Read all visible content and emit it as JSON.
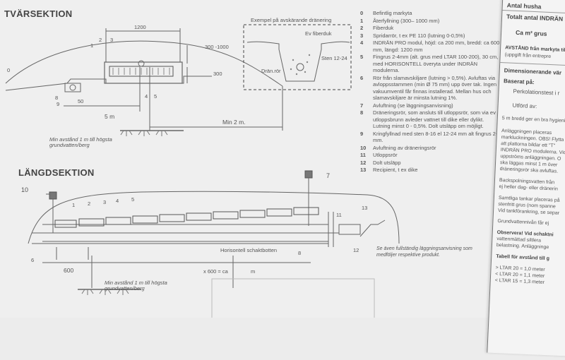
{
  "cross_section": {
    "title": "TVÄRSEKTION",
    "dims": {
      "width_top": "1200",
      "depth": "300 -1000",
      "bed": "300",
      "small": "50",
      "length": "5 m",
      "min": "Min 2 m."
    },
    "numbers": [
      "0",
      "1",
      "2",
      "3",
      "4",
      "5",
      "8",
      "9"
    ],
    "groundwater_note": [
      "Min avstånd 1 m till högsta",
      "grundvatten/berg"
    ]
  },
  "example": {
    "title": "Exempel på avskärande dränering",
    "fiberduk": "Ev fiberduk",
    "sten": "Sten 12-24",
    "dran": "Drän.rör"
  },
  "long_section": {
    "title": "LÄNGDSEKTION",
    "numbers": [
      "10",
      "1",
      "2",
      "3",
      "4",
      "5",
      "6",
      "7",
      "8",
      "11",
      "12",
      "13"
    ],
    "dim600": "600",
    "horisontell": "Horisontell schaktbotten",
    "length_formula": "x 600 = ca",
    "unit": "m",
    "groundwater_note": [
      "Min avstånd 1 m till högsta",
      "grundvatten/berg"
    ]
  },
  "legend": [
    {
      "num": "0",
      "text": "Befintlig markyta"
    },
    {
      "num": "1",
      "text": "Återfyllning (300– 1000 mm)"
    },
    {
      "num": "2",
      "text": "Fiberduk"
    },
    {
      "num": "3",
      "text": "Spridarrör, t ex PE 110 (lutning 0-0,5%)"
    },
    {
      "num": "4",
      "text": "INDRÄN PRO modul, höjd: ca 200 mm, bredd: ca 600 mm, längd: 1200 mm"
    },
    {
      "num": "5",
      "text": "Fingrus 2-4mm (alt. grus med LTAR 100-200), 30 cm, med HORISONTELL överyta under INDRÄN modulerna."
    },
    {
      "num": "6",
      "text": "Rör från slamavskiljare (lutning > 0,5%). Avluftas via avloppsstammen (min Ø 75 mm) upp över tak. Ingen vakuumventil får finnas installerad. Mellan hus och slamavskiljare är minsta lutning 1%."
    },
    {
      "num": "7",
      "text": "Avluftning (se läggningsanvisning)"
    },
    {
      "num": "8",
      "text": "Dräneringsrör, som ansluts till utloppsrör, som via ev utloppsbrunn avleder vattnet till dike eller dylikt. Lutning minst 0 - 0,5%. Dolt utsläpp om möjligt."
    },
    {
      "num": "9",
      "text": "Kringfyllnad med sten 8-16 el 12-24 mm alt fingrus 2-4 mm."
    },
    {
      "num": "10",
      "text": "Avluftning av dräneringsrör"
    },
    {
      "num": "11",
      "text": "Utloppsrör"
    },
    {
      "num": "12",
      "text": "Dolt utsläpp"
    },
    {
      "num": "13",
      "text": "Recipient, t ex dike"
    }
  ],
  "note": "Se även fullständig läggningsanvisning som medföljer respektive produkt.",
  "panel": {
    "lines": [
      "Antal husha",
      "Totalt antal INDRÄN PRO",
      "Ca        m³ grus",
      "AVSTÅND från markyta till",
      "(uppgift från      entrepre",
      "Dimensionerande vär",
      "Baserat på:",
      "Perkolationstest i r",
      "Utförd av:",
      "5 m bredd ger en bra hygienis",
      "Anläggningen placeras",
      "markluckningen. OBS! Flytta",
      "att plattorna bildar ett \"T\"",
      "INDRÄN PRO modulerna. Vid",
      "uppströms anläggningen. O",
      "ska läggas minst 1 m över",
      "dräneringsrör ska avluftas.",
      "Backspolningsvatten från",
      "ej heller dag- eller dränerin",
      "Samtliga tankar placeras på",
      "stenfritt grus (nom spanne",
      "Vid tankförankring, se separ",
      "Grundvattennivån får ej",
      "Observera! Vid schaktni",
      "vattenmättad siltlera",
      "belastning. Anläggninge",
      "Tabell för avstånd till g",
      "> LTAR 20 = 1,0 meter",
      "< LTAR 20 = 1,1 meter",
      "< LTAR 15 = 1,3 meter"
    ]
  }
}
